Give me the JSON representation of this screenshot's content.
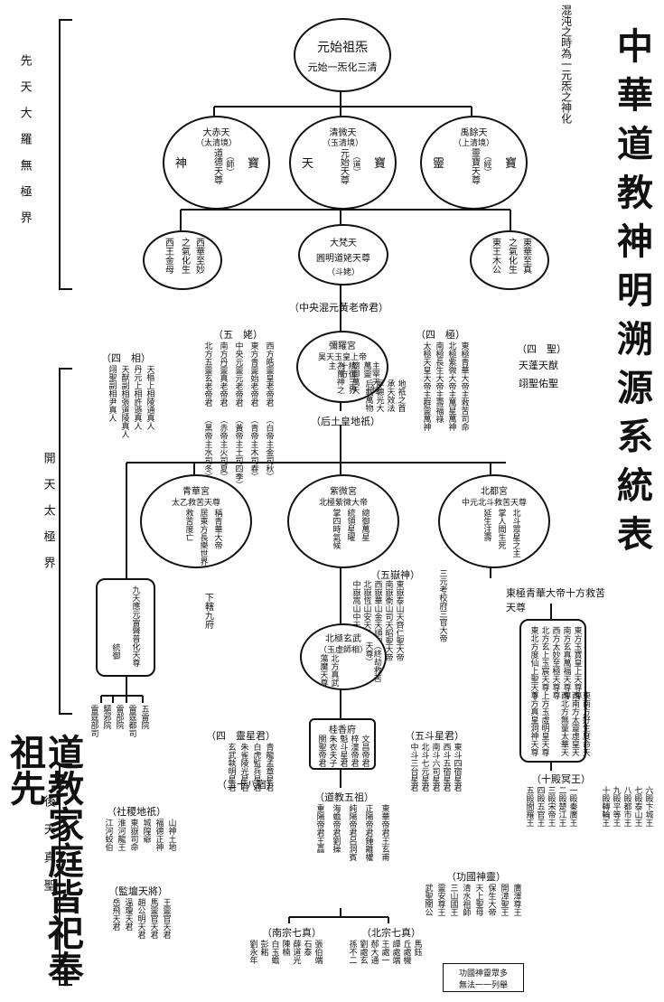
{
  "title": "中華道教神明溯源系統表",
  "side_title": "道教家庭皆祀奉祖先",
  "intro": "混沌之時為一元炁之神化",
  "eras": {
    "xiantian": "先天大羅無極界",
    "kaitian": "開天太極界",
    "houtian": "後天真聖"
  },
  "yuanshi": {
    "line1": "元始祖炁",
    "line2": "元始一炁化三清"
  },
  "sanqing": [
    {
      "title": "大赤天",
      "realm": "（太清境）",
      "name": "道德天尊",
      "alias": "（師）",
      "left": "神",
      "right": "寶"
    },
    {
      "title": "清微天",
      "realm": "（玉清境）",
      "name": "元始天尊",
      "alias": "（道）",
      "left": "天",
      "right": "寶"
    },
    {
      "title": "禹餘天",
      "realm": "（上清境）",
      "name": "靈寶天尊",
      "alias": "（經）",
      "left": "靈",
      "right": "寶"
    }
  ],
  "second_row": [
    {
      "a": "西華至妙",
      "b": "之氣化生",
      "c": "西王金母"
    },
    {
      "title": "大梵天",
      "name": "圓明道姥天尊",
      "alias": "（斗姥）"
    },
    {
      "a": "東華至真",
      "b": "之氣化生",
      "c": "東王木公"
    }
  ],
  "hunyuan": "（中央混元黃老帝君）",
  "milo": {
    "title": "彌羅宮",
    "name": "昊天玉皇上帝",
    "desc": [
      "主宰天地萬靈",
      "總御萬天",
      "統御三界十方",
      "為萬神之主"
    ]
  },
  "houtu": {
    "label": "（后土皇地祇）",
    "desc": [
      "地祇之首",
      "承天效法",
      "厚德光大",
      "后載萬物"
    ]
  },
  "wulao": {
    "label": "（五　姥）",
    "items": [
      {
        "name": "西方皓靈皇老帝君",
        "sub": "（白帝主金司秋）"
      },
      {
        "name": "東方青靈始老帝君",
        "sub": "（青帝主木司春）"
      },
      {
        "name": "中央元靈元老帝君",
        "sub": "（黃帝主土司四季）"
      },
      {
        "name": "南方丹靈真老帝君",
        "sub": "（赤帝主火司夏）"
      },
      {
        "name": "北方五靈玄老帝君",
        "sub": "（黑帝主水司冬）"
      }
    ]
  },
  "sixiang": {
    "label": "（四　相）",
    "items": [
      "天樞上相陵通真人",
      "丹元上相許遜真人",
      "天猷副相張道陵真人",
      "翊聖副相尹真人"
    ]
  },
  "siji": {
    "label": "（四　極）",
    "items": [
      "東極青華大帝主救苦司命",
      "北極紫微大帝主萬星萬神",
      "南極長生大帝主壽福祿",
      "太極天皇大帝主群靈萬神"
    ]
  },
  "sisheng": {
    "label": "（四　聖）",
    "items": [
      "天蓬",
      "天猷",
      "翊聖",
      "佑聖"
    ]
  },
  "qinghua": {
    "title": "青華宮",
    "name": "太乙救苦天尊",
    "desc": [
      "稱青華大帝",
      "居東方長樂世界",
      "救苦度亡"
    ]
  },
  "ziwei": {
    "title": "紫微宮",
    "name": "北極紫微大帝",
    "desc": [
      "總御萬星",
      "統領星曜",
      "掌四時氣候"
    ]
  },
  "beidou": {
    "title": "北都宮",
    "name": "中元北斗救苦天尊",
    "desc": [
      "北斗眾星之主",
      "掌人間生死",
      "延生注壽"
    ]
  },
  "jiutian": {
    "name": "九天應元雷聲普化天尊",
    "sub": "統御"
  },
  "leibu": [
    "五雷院",
    "雷霆都司",
    "雷部院",
    "驅邪院",
    "雷霆部司"
  ],
  "xiaxia": "下轄九府",
  "sanyuan": "三元考校府三官大帝",
  "dongji_right": "東極青華大帝十方救苦天尊",
  "wuyue": {
    "label": "（五嶽神）",
    "items": [
      "東嶽泰山天齊仁聖大帝",
      "南嶽衡山司天昭聖大帝",
      "西嶽華山金天順聖大帝",
      "北嶽恆山安天元聖大帝",
      "中嶽嵩山中天崇聖大帝"
    ]
  },
  "shifang": [
    "東方玉寶皇上天尊",
    "南方玄真萬福天尊",
    "西方太妙至極天尊",
    "北方玄上玉宸天尊",
    "東北方度仙上聖天尊",
    "東南方好生度命天尊",
    "西南方太靈虛皇天尊",
    "西北方無量太華天尊",
    "上方玉虛明皇天尊",
    "下方真皇洞神天尊"
  ],
  "xuanwu": {
    "title": "北極玄武",
    "realm": "（玉虛師相）",
    "name": "（終劫救苦天尊）",
    "desc": [
      "北方真武",
      "蕩魔天尊"
    ]
  },
  "sixiu": {
    "label": "（四　靈星君）",
    "items": [
      "青龍孟章星君",
      "白虎監兵星君",
      "朱雀陵光星君",
      "玄武執明星君"
    ],
    "foot": "（二十八宿）"
  },
  "wenchang": {
    "title": "桂香府",
    "items": [
      "文昌帝君",
      "梓潼帝君",
      "魁斗星君",
      "朱衣夫子",
      "關聖帝君"
    ]
  },
  "wudou": {
    "label": "（五斗星君）",
    "items": [
      "東斗四宿星君",
      "西斗五宿星君",
      "南斗六司星君",
      "北斗七元星君",
      "中斗三台星君"
    ]
  },
  "shiwang": {
    "label": "（十殿冥王）",
    "items": [
      "一殿秦廣王",
      "二殿楚江王",
      "三殿宋帝王",
      "四殿五官王",
      "五殿閻羅王",
      "六殿卞城王",
      "七殿泰山王",
      "八殿都市王",
      "九殿平等王",
      "十殿轉輪王"
    ]
  },
  "wuzu": {
    "label": "（道教五祖）",
    "items": [
      "東華帝君王玄甫",
      "正陽帝君鍾離權",
      "純陽帝君呂洞賓",
      "海蟾帝君劉操",
      "重陽帝君王嚞"
    ]
  },
  "sheji": {
    "label": "（社稷地祇）",
    "items": [
      "山神土地",
      "福德正神",
      "城隍爺",
      "東嶽司命",
      "淮河龍王",
      "江河蛟伯"
    ]
  },
  "tianjiang": {
    "label": "（監壇天將）",
    "items": [
      "王靈官天君",
      "馬靈官天君",
      "趙公明天君",
      "溫瓊天君",
      "岳飛天君"
    ]
  },
  "gongguo": {
    "label": "（功國神靈）",
    "items": [
      "廣澤尊王",
      "開漳聖王",
      "保生大帝",
      "天上聖母",
      "清水祖師",
      "三山國王",
      "靈安尊王",
      "武聖關公"
    ]
  },
  "nanzong": {
    "label": "（南宗七真）",
    "items": [
      "張伯端",
      "石泰",
      "薛道光",
      "陳楠",
      "白玉蟾",
      "彭耜",
      "劉永年"
    ]
  },
  "beizong": {
    "label": "（北宗七真）",
    "items": [
      "馬鈺",
      "丘處機",
      "譚處端",
      "王處一",
      "郝大通",
      "劉處玄",
      "孫不二"
    ]
  },
  "note": {
    "line1": "功國神靈眾多",
    "line2": "無法一一列舉"
  }
}
